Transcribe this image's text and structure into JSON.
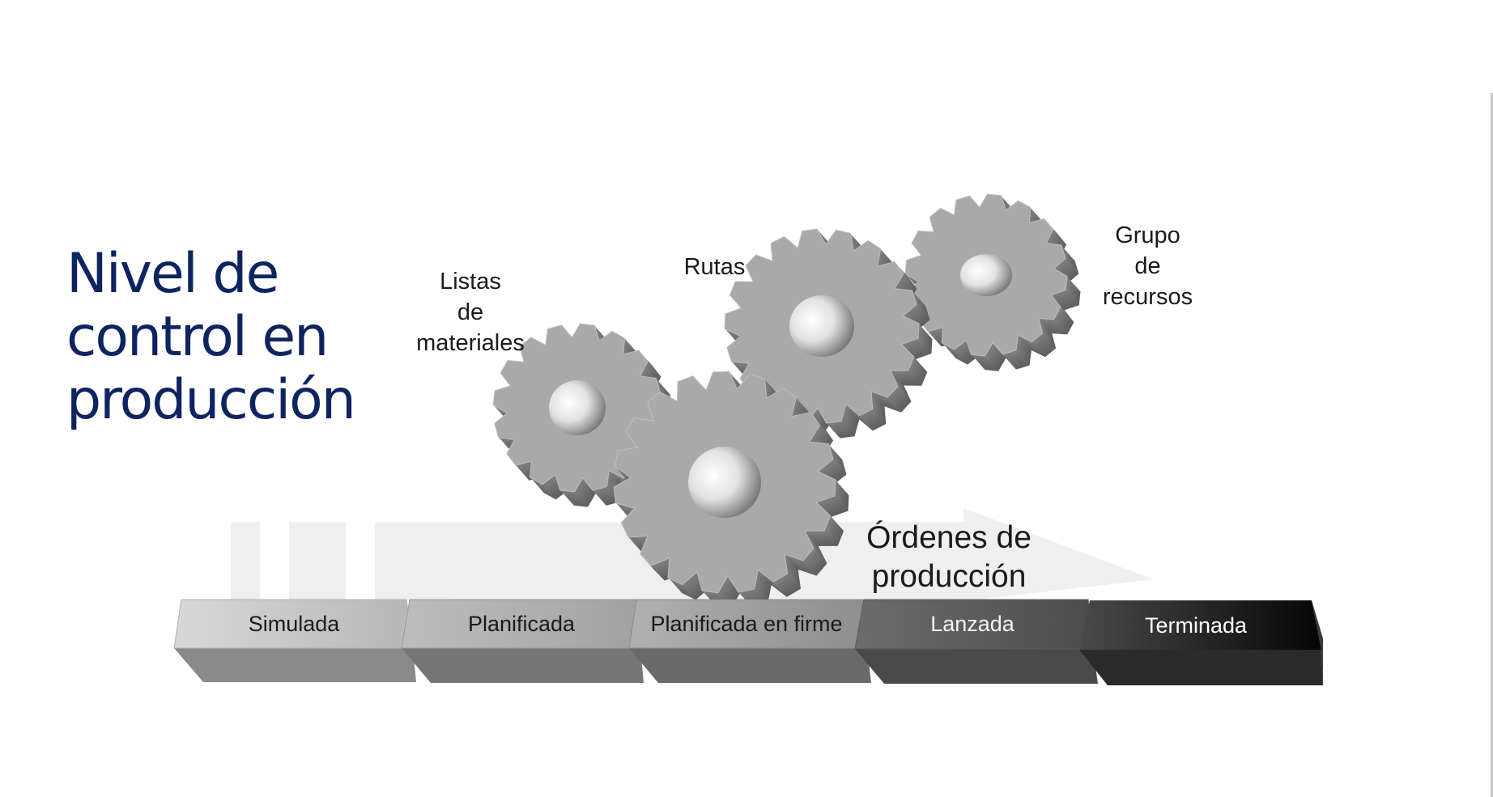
{
  "title": {
    "line1": "Nivel de",
    "line2": "control en",
    "line3": "producción"
  },
  "labels": {
    "bom": [
      "Listas",
      "de",
      "materiales"
    ],
    "routes": "Rutas",
    "resources": [
      "Grupo",
      "de",
      "recursos"
    ],
    "orders": [
      "Órdenes de",
      "producción"
    ]
  },
  "stages": [
    "Simulada",
    "Planificada",
    "Planificada en firme",
    "Lanzada",
    "Terminada"
  ],
  "icons": [
    "gear-icon",
    "gear-icon",
    "gear-icon",
    "gear-icon",
    "arrow-icon"
  ],
  "colors": {
    "title": "#0e2461",
    "gear": "#a9a9a9",
    "arrow_background": "#efefef"
  }
}
